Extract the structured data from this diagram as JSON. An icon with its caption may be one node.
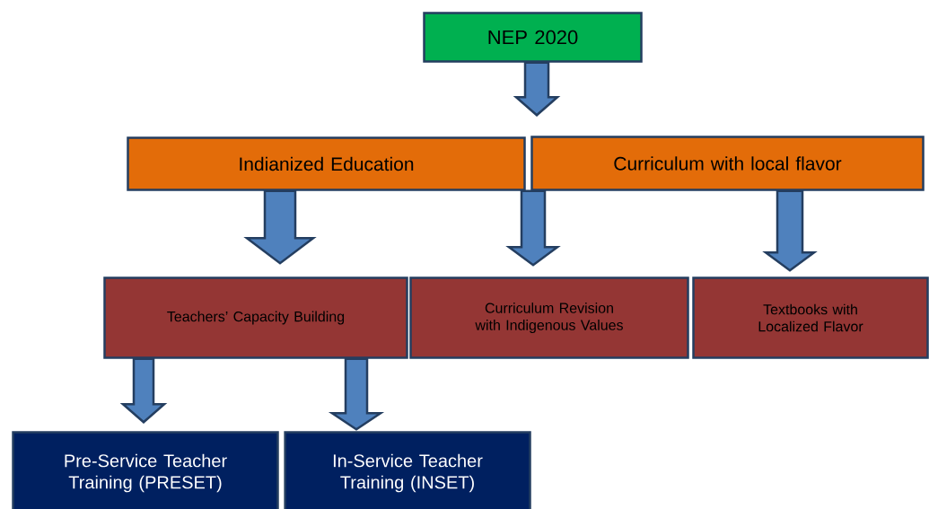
{
  "diagram": {
    "nodes": [
      {
        "text": [
          "NEP 2020"
        ]
      },
      {
        "text": [
          "Indianized Education"
        ]
      },
      {
        "text": [
          "Curriculum with local flavor"
        ]
      },
      {
        "text": [
          "Teachers’ Capacity Building"
        ]
      },
      {
        "text": [
          "Curriculum Revision with Indigenous Values"
        ]
      },
      {
        "text": [
          "Textbooks with Localized Flavor"
        ]
      },
      {
        "text": [
          "Pre-Service Teacher Training (PRESET)"
        ]
      },
      {
        "text": [
          "In-Service Teacher Training (INSET)"
        ]
      }
    ],
    "edges": [
      {
        "from": 0,
        "to": 1,
        "arrow": "to"
      },
      {
        "from": 0,
        "to": 2,
        "arrow": "to"
      },
      {
        "from": 1,
        "to": 3,
        "arrow": "to"
      },
      {
        "from": 2,
        "to": 4,
        "arrow": "to"
      },
      {
        "from": 2,
        "to": 5,
        "arrow": "to"
      },
      {
        "from": 3,
        "to": 6,
        "arrow": "to"
      },
      {
        "from": 3,
        "to": 7,
        "arrow": "to"
      }
    ]
  }
}
